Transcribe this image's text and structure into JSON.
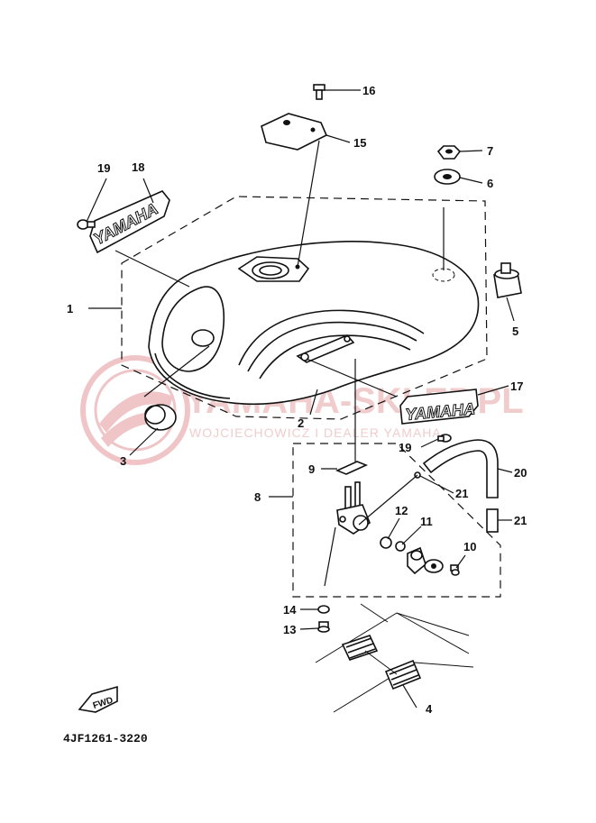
{
  "diagram": {
    "drawing_code": "4JF1261-3220",
    "direction_marker": "FWD",
    "emblem_text": "YAMAHA",
    "watermark": {
      "title": "YAMAHA-SKLEP.PL",
      "subtitle": "WOJCIECHOWICZ I DEALER YAMAHA"
    },
    "callouts": [
      {
        "id": "c1",
        "label": "1"
      },
      {
        "id": "c2",
        "label": "2"
      },
      {
        "id": "c3",
        "label": "3"
      },
      {
        "id": "c4",
        "label": "4"
      },
      {
        "id": "c5",
        "label": "5"
      },
      {
        "id": "c6",
        "label": "6"
      },
      {
        "id": "c7",
        "label": "7"
      },
      {
        "id": "c8",
        "label": "8"
      },
      {
        "id": "c9",
        "label": "9"
      },
      {
        "id": "c10",
        "label": "10"
      },
      {
        "id": "c11",
        "label": "11"
      },
      {
        "id": "c12",
        "label": "12"
      },
      {
        "id": "c13",
        "label": "13"
      },
      {
        "id": "c14",
        "label": "14"
      },
      {
        "id": "c15",
        "label": "15"
      },
      {
        "id": "c16",
        "label": "16"
      },
      {
        "id": "c17",
        "label": "17"
      },
      {
        "id": "c18",
        "label": "18"
      },
      {
        "id": "c19a",
        "label": "19"
      },
      {
        "id": "c19b",
        "label": "19"
      },
      {
        "id": "c20",
        "label": "20"
      },
      {
        "id": "c21a",
        "label": "21"
      },
      {
        "id": "c21b",
        "label": "21"
      }
    ]
  }
}
